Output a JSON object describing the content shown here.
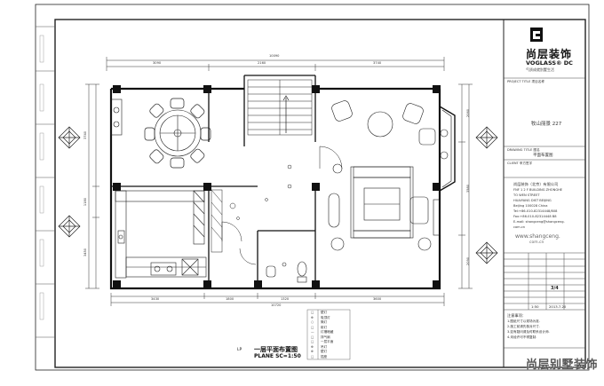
{
  "title_block": {
    "brand_name": "尚层装饰",
    "brand_en": "VOGLASS® DC",
    "brand_slogan": "气质成就别墅生活",
    "project_label": "PROJECT TITLE 项目名称",
    "project_name": "牧山丽景 227",
    "drawing_label": "DRAWING TITLE 图名",
    "drawing_name": "平面布置图",
    "client_label": "CLIENT 甲方签字",
    "company_name": "尚层装饰（北京）有限公司",
    "company_lines": [
      "FNF 1 2 F BUILDING ZHONGHE",
      "TO WEN STREET",
      "HUAIYANG DIST BEIJING",
      "Beijing 100028 China",
      "Tel:+86-010-82314448/808",
      "Fax:+86-010-82314448 B8",
      "E-mail: shangceng@shangceng.",
      "com.cn"
    ],
    "website": "www.shangceng.",
    "website2": "com.cn",
    "page_number": "3/4",
    "date": "2013.7.20",
    "scale_cell": "1:50"
  },
  "plan": {
    "code": "LP",
    "title": "一层平面布置图",
    "scale": "PLANE  SC=1:50"
  },
  "legend": [
    {
      "mark": "□",
      "label": "壁灯"
    },
    {
      "mark": "⊕",
      "label": "吸顶灯"
    },
    {
      "mark": "○",
      "label": "筒灯"
    },
    {
      "mark": "□",
      "label": "射灯"
    },
    {
      "mark": "—",
      "label": "灯槽暗藏"
    },
    {
      "mark": "□",
      "label": "排气扇"
    },
    {
      "mark": "□",
      "label": "一层平面"
    },
    {
      "mark": "⊕",
      "label": "吊灯"
    },
    {
      "mark": "⊗",
      "label": "壁灯"
    },
    {
      "mark": "□",
      "label": "插座"
    }
  ],
  "notes": [
    "注意事项：",
    "1.图纸尺寸以现场为准.",
    "2.施工前请先核对尺寸.",
    "3.如有疑问请及时联系设计师.",
    "4.未经许可不得复制."
  ],
  "dimensions": {
    "top_total": "10090",
    "top_segments": [
      "3090",
      "2160",
      "3740"
    ],
    "bottom_total": "10720",
    "bottom_segments": [
      "3430",
      "1800",
      "1320",
      "3600"
    ],
    "left_segments": [
      "3740",
      "1180",
      "3450"
    ],
    "right_segments": [
      "2060",
      "3580",
      "2090"
    ]
  },
  "watermark": "尚层别墅装饰"
}
